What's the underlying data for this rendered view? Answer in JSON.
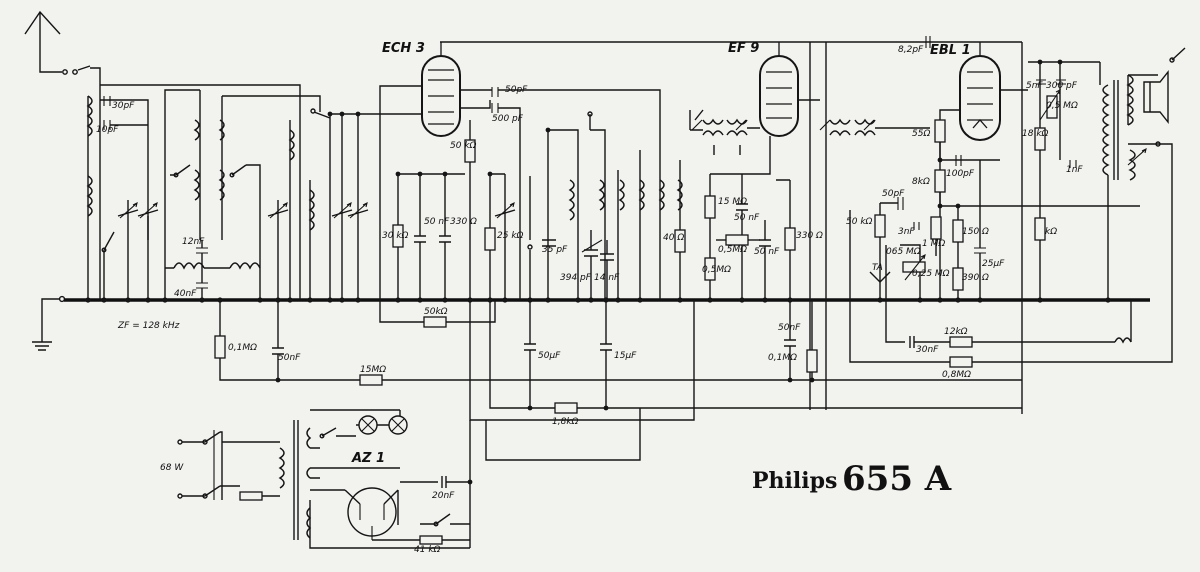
{
  "diagram": {
    "tubes": [
      {
        "id": "ech3",
        "name": "ECH 3"
      },
      {
        "id": "ef9",
        "name": "EF 9"
      },
      {
        "id": "ebl1",
        "name": "EBL 1"
      },
      {
        "id": "az1",
        "name": "AZ 1"
      }
    ],
    "components": {
      "c_30pf": "30pF",
      "c_10pf": "10pF",
      "c_12nf": "12nF",
      "c_40nf": "40nF",
      "c_50pf": "50pF",
      "c_500pf": "500 pF",
      "r_50k": "50 kΩ",
      "r_30k": "30 kΩ",
      "c_50nf_a": "50 nF",
      "r_330": "330 Ω",
      "r_25k": "25 kΩ",
      "c_35pf": "35 pF",
      "c_394pf": "394 pF",
      "c_14nf": "14 nF",
      "r_40": "40 Ω",
      "r_15m": "15 MΩ",
      "c_50nf_b": "50 nF",
      "r_05m_a": "0,5MΩ",
      "r_05m_b": "0,5MΩ",
      "c_50nf_c": "50 nF",
      "r_330_b": "330 Ω",
      "c_82pf": "8,2pF",
      "c_5nf": "5nF",
      "c_300pf": "300 pF",
      "r_05m_c": "0,5 MΩ",
      "r_18k": "18 kΩ",
      "c_1nf": "1nF",
      "r_55": "55Ω",
      "c_100pf": "100pF",
      "r_8k": "8kΩ",
      "c_50pf_b": "50pF",
      "r_50k_b": "50 kΩ",
      "c_3nf": "3nF",
      "r_1m": "1 MΩ",
      "r_150": "150 Ω",
      "r_065m": "065 MΩ",
      "ta": "TA",
      "r_025m": "0,25 MΩ",
      "r_390": "390 Ω",
      "c_25uf": "25µF",
      "r_kohm": "kΩ",
      "r_50k_c": "50kΩ",
      "r_01m": "0,1MΩ",
      "c_50nf_d": "50nF",
      "c_50uf": "50µF",
      "c_15uf": "15µF",
      "c_50nf_e": "50nF",
      "r_01m_b": "0,1MΩ",
      "r_12k": "12kΩ",
      "c_30nf": "30nF",
      "r_15m_b": "15MΩ",
      "r_08m": "0,8MΩ",
      "r_18k_b": "1,8kΩ",
      "mains_power": "68 W",
      "c_20nf": "20nF",
      "r_41k": "41 kΩ"
    },
    "if_label": "ZF = 128 kHz"
  },
  "title": {
    "brand": "Philips",
    "model": "655 A"
  }
}
